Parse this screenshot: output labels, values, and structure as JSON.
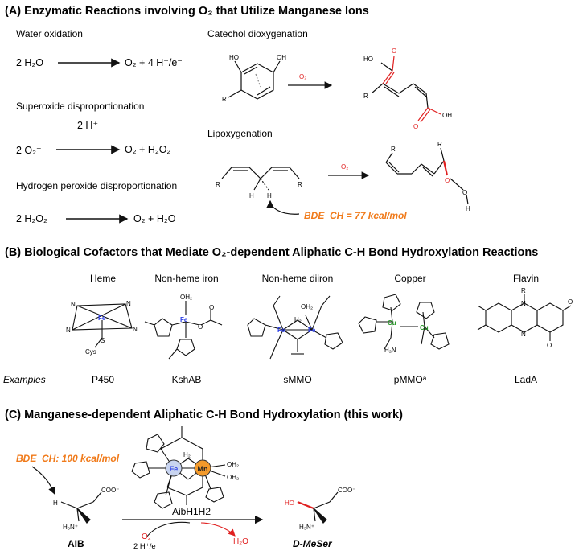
{
  "sections": {
    "a": "(A) Enzymatic Reactions involving O₂ that Utilize Manganese Ions",
    "b": "(B) Biological Cofactors that Mediate O₂-dependent Aliphatic C-H Bond Hydroxylation Reactions",
    "c": "(C) Manganese-dependent Aliphatic C-H Bond Hydroxylation (this work)"
  },
  "panel_a": {
    "water_oxidation": {
      "title": "Water oxidation",
      "lhs": "2 H₂O",
      "rhs": "O₂ + 4 H⁺/e⁻"
    },
    "superoxide": {
      "title": "Superoxide disproportionation",
      "reagent": "2 H⁺",
      "lhs": "2 O₂⁻",
      "rhs": "O₂ + H₂O₂"
    },
    "peroxide": {
      "title": "Hydrogen peroxide disproportionation",
      "lhs": "2 H₂O₂",
      "rhs": "O₂ + H₂O"
    },
    "catechol": {
      "title": "Catechol dioxygenation",
      "reagent": "O₂"
    },
    "lipoxygenation": {
      "title": "Lipoxygenation",
      "reagent": "O₂",
      "bde": "BDE_CH = 77 kcal/mol"
    }
  },
  "panel_b": {
    "cofactors": [
      {
        "name": "Heme",
        "example": "P450"
      },
      {
        "name": "Non-heme iron",
        "example": "KshAB"
      },
      {
        "name": "Non-heme diiron",
        "example": "sMMO"
      },
      {
        "name": "Copper",
        "example": "pMMOᵃ"
      },
      {
        "name": "Flavin",
        "example": "LadA"
      }
    ],
    "examples_label": "Examples"
  },
  "panel_c": {
    "bde": "BDE_CH: 100 kcal/mol",
    "enzyme": "AibH1H2",
    "reagent_o2": "O₂",
    "reagent_h": "2 H⁺/e⁻",
    "byproduct": "H₂O",
    "substrate": "AIB",
    "product": "D-MeSer",
    "metal_fe": "Fe",
    "metal_mn": "Mn"
  },
  "colors": {
    "red": "#e02020",
    "orange": "#f07a1a",
    "fe_blue": "#2b3ee6",
    "cu_green": "#2c9a2c",
    "fe_ball": "#c8d4f0",
    "mn_ball": "#f39a2b"
  }
}
